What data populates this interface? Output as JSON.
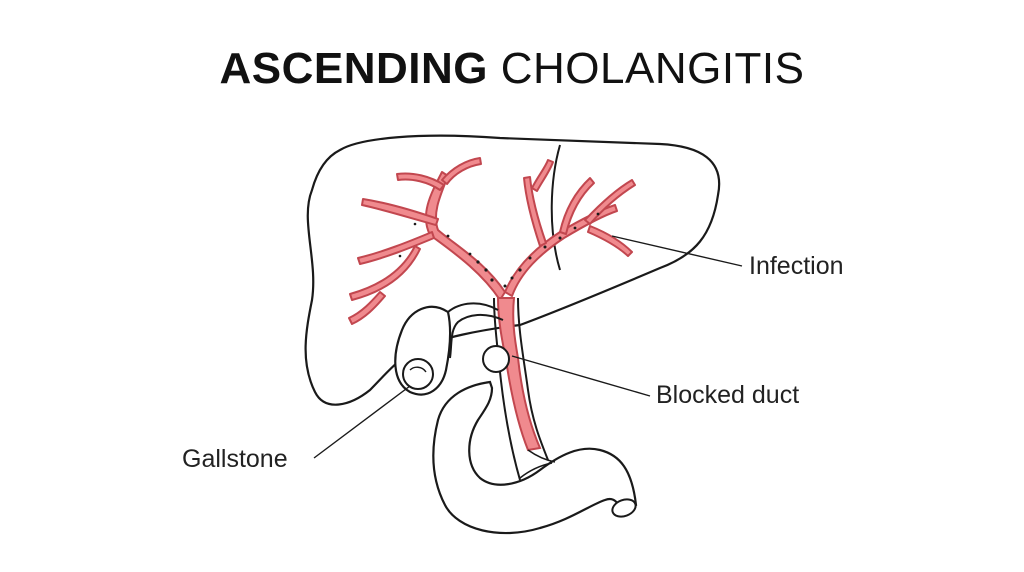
{
  "title": {
    "bold": "ASCENDING",
    "light": "CHOLANGITIS"
  },
  "labels": {
    "infection": "Infection",
    "blocked_duct": "Blocked duct",
    "gallstone": "Gallstone"
  },
  "colors": {
    "outline": "#1a1a1a",
    "inflamed_duct": "#f08a8e",
    "inflamed_edge": "#c2474f",
    "background": "#ffffff"
  }
}
